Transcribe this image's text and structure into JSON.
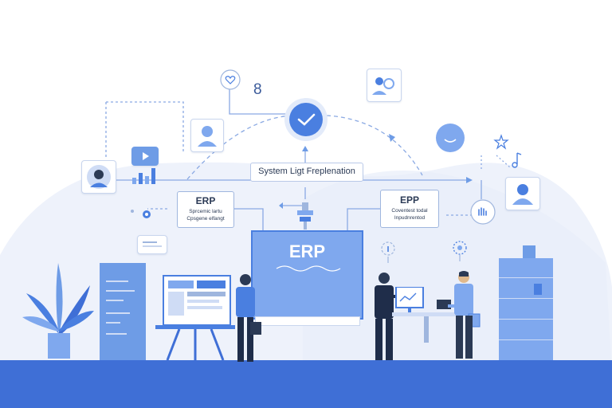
{
  "banner": {
    "text": "System Ligt Freplenation"
  },
  "number_label": {
    "text": "8"
  },
  "erp_left": {
    "title": "ERP",
    "line1": "Sprcemic lartu",
    "line2": "Cpsgene elfangt"
  },
  "erp_right": {
    "title": "EPP",
    "line1": "Coventest todal",
    "line2": "Inpudnrentod"
  },
  "monitor": {
    "title": "ERP"
  },
  "colors": {
    "accent": "#4a7fe0",
    "accent_light": "#7fa8ee",
    "panel": "#6e9ce6",
    "floor": "#3f6fd6",
    "hill": "#eef2fb",
    "ink": "#2b3a55",
    "line": "#8aa9e3"
  },
  "icons": [
    "heart-icon",
    "check-circle-icon",
    "user-icon",
    "video-icon",
    "bar-chart-icon",
    "avatar-icon",
    "group-icon",
    "star-icon",
    "music-note-icon",
    "hand-icon",
    "smiley-icon",
    "clock-icon",
    "info-icon",
    "lightbulb-icon",
    "plant-icon",
    "briefcase-icon",
    "laptop-icon"
  ]
}
